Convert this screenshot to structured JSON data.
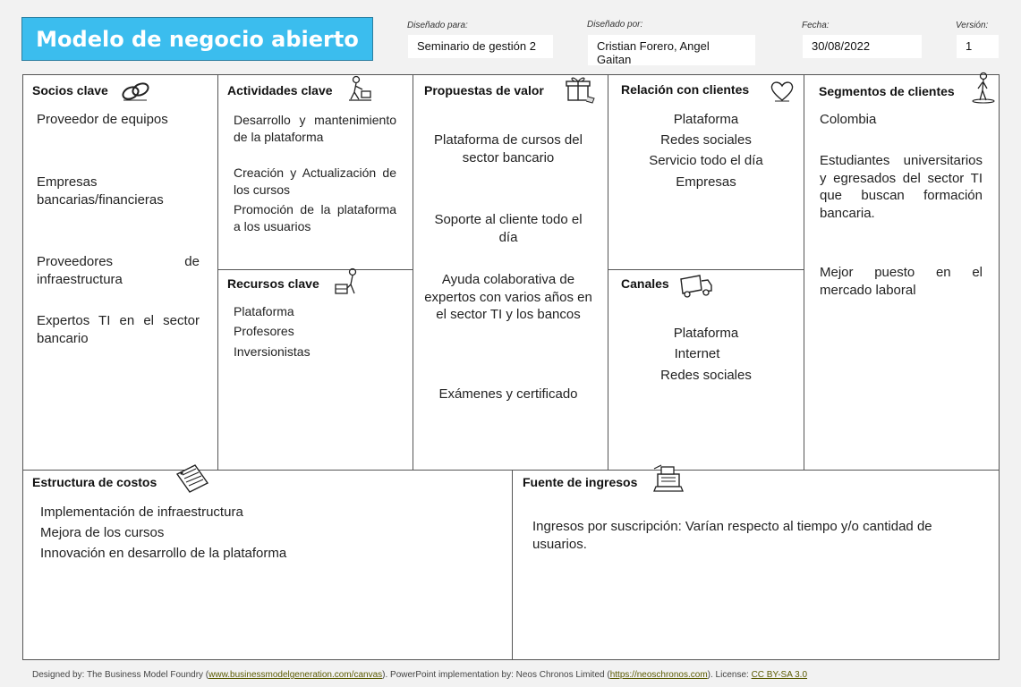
{
  "header": {
    "title": "Modelo de negocio abierto",
    "designed_for_label": "Diseñado para:",
    "designed_for_value": "Seminario de gestión 2",
    "designed_by_label": "Diseñado por:",
    "designed_by_value": "Cristian Forero, Angel Gaitan",
    "date_label": "Fecha:",
    "date_value": "30/08/2022",
    "version_label": "Versión:",
    "version_value": "1"
  },
  "blocks": {
    "key_partners": {
      "title": "Socios clave",
      "icon": "chain-link-icon",
      "items": [
        "Proveedor de equipos",
        "Empresas bancarias/financieras",
        "Proveedores de infraestructura",
        "Expertos TI en el sector bancario"
      ]
    },
    "key_activities": {
      "title": "Actividades clave",
      "icon": "worker-icon",
      "items": [
        "Desarrollo y mantenimiento de la plataforma",
        "Creación y Actualización de los cursos",
        "Promoción de la plataforma a los usuarios"
      ]
    },
    "key_resources": {
      "title": "Recursos clave",
      "icon": "resources-worker-icon",
      "items": [
        "Plataforma",
        "Profesores",
        "Inversionistas"
      ]
    },
    "value_propositions": {
      "title": "Propuestas de valor",
      "icon": "gift-icon",
      "items": [
        "Plataforma de cursos del sector bancario",
        "Soporte al cliente todo el día",
        "Ayuda colaborativa de expertos  con varios años en el sector TI y los bancos",
        "Exámenes y certificado"
      ]
    },
    "customer_relationships": {
      "title": "Relación con clientes",
      "icon": "heart-icon",
      "items": [
        "Plataforma",
        "Redes sociales",
        "Servicio todo el día",
        "Empresas"
      ]
    },
    "channels": {
      "title": "Canales",
      "icon": "truck-icon",
      "items": [
        "Plataforma",
        "Internet",
        "Redes sociales"
      ]
    },
    "customer_segments": {
      "title": "Segmentos de clientes",
      "icon": "person-icon",
      "items": [
        "Colombia",
        "Estudiantes universitarios y egresados del sector TI que buscan formación bancaria.",
        "Mejor puesto en el mercado laboral"
      ]
    },
    "cost_structure": {
      "title": "Estructura de costos",
      "icon": "price-tag-icon",
      "items": [
        "Implementación de infraestructura",
        "Mejora de los cursos",
        "Innovación en desarrollo de la plataforma"
      ]
    },
    "revenue_streams": {
      "title": "Fuente de ingresos",
      "icon": "cash-register-icon",
      "items": [
        "Ingresos por suscripción: Varían respecto al tiempo y/o cantidad de usuarios."
      ]
    }
  },
  "footer": {
    "prefix": "Designed by: The Business Model Foundry (",
    "link1": "www.businessmodelgeneration.com/canvas",
    "middle": "). PowerPoint implementation by: Neos Chronos Limited (",
    "link2": "https://neoschronos.com",
    "middle2": "). License: ",
    "link3": "CC BY-SA 3.0"
  }
}
